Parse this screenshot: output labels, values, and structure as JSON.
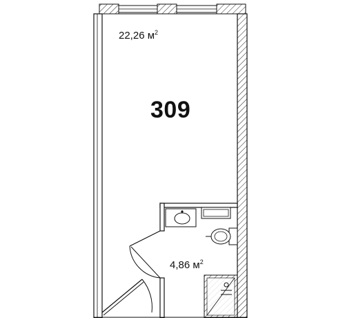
{
  "plan": {
    "unit": {
      "number": "309"
    },
    "rooms": [
      {
        "id": "main-room",
        "area": "22,26",
        "unit": "м",
        "unit_power": "2"
      },
      {
        "id": "bathroom",
        "area": "4,86",
        "unit": "м",
        "unit_power": "2"
      }
    ],
    "colors": {
      "wall_line": "#111111",
      "hatch": "#222222",
      "fill": "#ffffff"
    }
  }
}
